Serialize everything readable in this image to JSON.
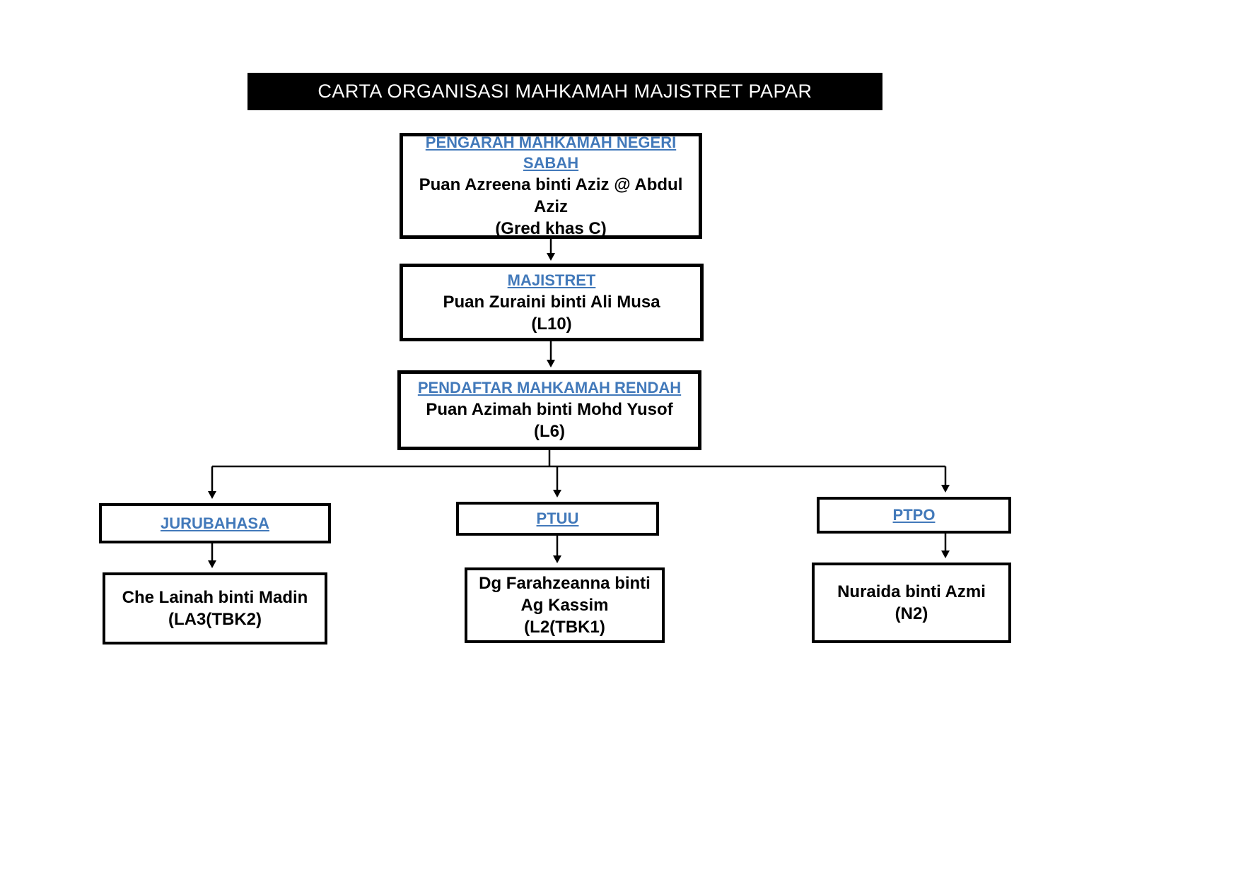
{
  "title": "CARTA ORGANISASI MAHKAMAH MAJISTRET PAPAR",
  "colors": {
    "heading": "#4279ba",
    "title_bg": "#000000",
    "title_text": "#ffffff"
  },
  "nodes": {
    "pengarah": {
      "heading": "PENGARAH MAHKAMAH NEGERI SABAH",
      "name": "Puan Azreena binti Aziz @ Abdul Aziz",
      "grade": "(Gred khas C)"
    },
    "majistret": {
      "heading": "MAJISTRET",
      "name": "Puan Zuraini binti Ali Musa",
      "grade": "(L10)"
    },
    "pendaftar": {
      "heading": "PENDAFTAR MAHKAMAH RENDAH",
      "name": "Puan Azimah binti Mohd Yusof",
      "grade": "(L6)"
    },
    "jurubahasa": {
      "heading": "JURUBAHASA"
    },
    "ptuu": {
      "heading": "PTUU"
    },
    "ptpo": {
      "heading": "PTPO"
    },
    "jurubahasa_staff": {
      "name": "Che Lainah binti Madin",
      "grade": "(LA3(TBK2)"
    },
    "ptuu_staff": {
      "name": "Dg Farahzeanna binti Ag Kassim",
      "grade": "(L2(TBK1)"
    },
    "ptpo_staff": {
      "name": "Nuraida binti Azmi",
      "grade": "(N2)"
    }
  }
}
